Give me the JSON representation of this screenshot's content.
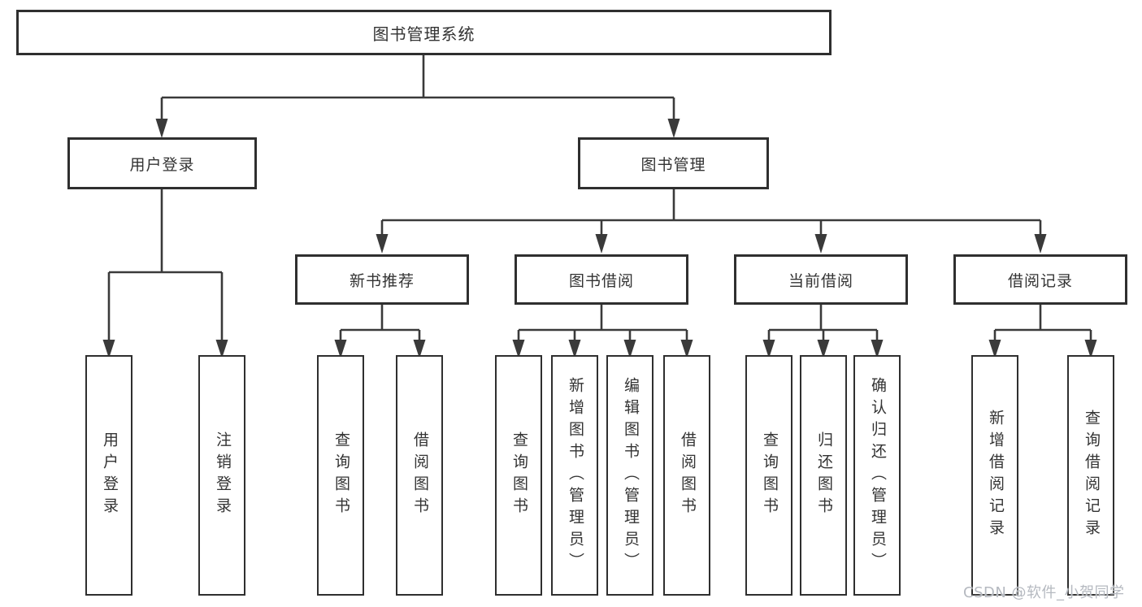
{
  "tree": {
    "root": {
      "label": "图书管理系统"
    },
    "children": [
      {
        "label": "用户登录",
        "children": [
          {
            "label": "用户登录"
          },
          {
            "label": "注销登录"
          }
        ]
      },
      {
        "label": "图书管理",
        "children": [
          {
            "label": "新书推荐",
            "children": [
              {
                "label": "查询图书"
              },
              {
                "label": "借阅图书"
              }
            ]
          },
          {
            "label": "图书借阅",
            "children": [
              {
                "label": "查询图书"
              },
              {
                "label": "新增图书（管理员）"
              },
              {
                "label": "编辑图书（管理员）"
              },
              {
                "label": "借阅图书"
              }
            ]
          },
          {
            "label": "当前借阅",
            "children": [
              {
                "label": "查询图书"
              },
              {
                "label": "归还图书"
              },
              {
                "label": "确认归还（管理员）"
              }
            ]
          },
          {
            "label": "借阅记录",
            "children": [
              {
                "label": "新增借阅记录"
              },
              {
                "label": "查询借阅记录"
              }
            ]
          }
        ]
      }
    ]
  },
  "watermark": {
    "text": "CSDN @软件_小贺同学",
    "color": "#b5b9c0"
  },
  "colors": {
    "line": "#3a3a3a",
    "box_border": "#2f2f2f",
    "box_fill": "#ffffff",
    "text": "#333333",
    "background": "#ffffff"
  }
}
